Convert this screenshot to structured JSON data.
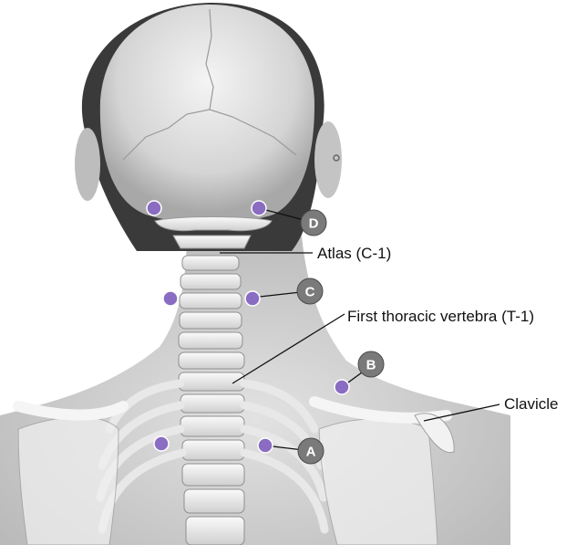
{
  "labels": {
    "atlas": "Atlas (C-1)",
    "t1": "First thoracic vertebra (T-1)",
    "clavicle": "Clavicle"
  },
  "markers": {
    "a": "A",
    "b": "B",
    "c": "C",
    "d": "D"
  },
  "colors": {
    "point": "#8a6cc2",
    "point_stroke": "#ffffff",
    "badge": "#7a7a7a",
    "leader": "#111111",
    "skin": "#d6d6d6",
    "bone": "#f4f4f4",
    "hair": "#3a3a3a"
  }
}
